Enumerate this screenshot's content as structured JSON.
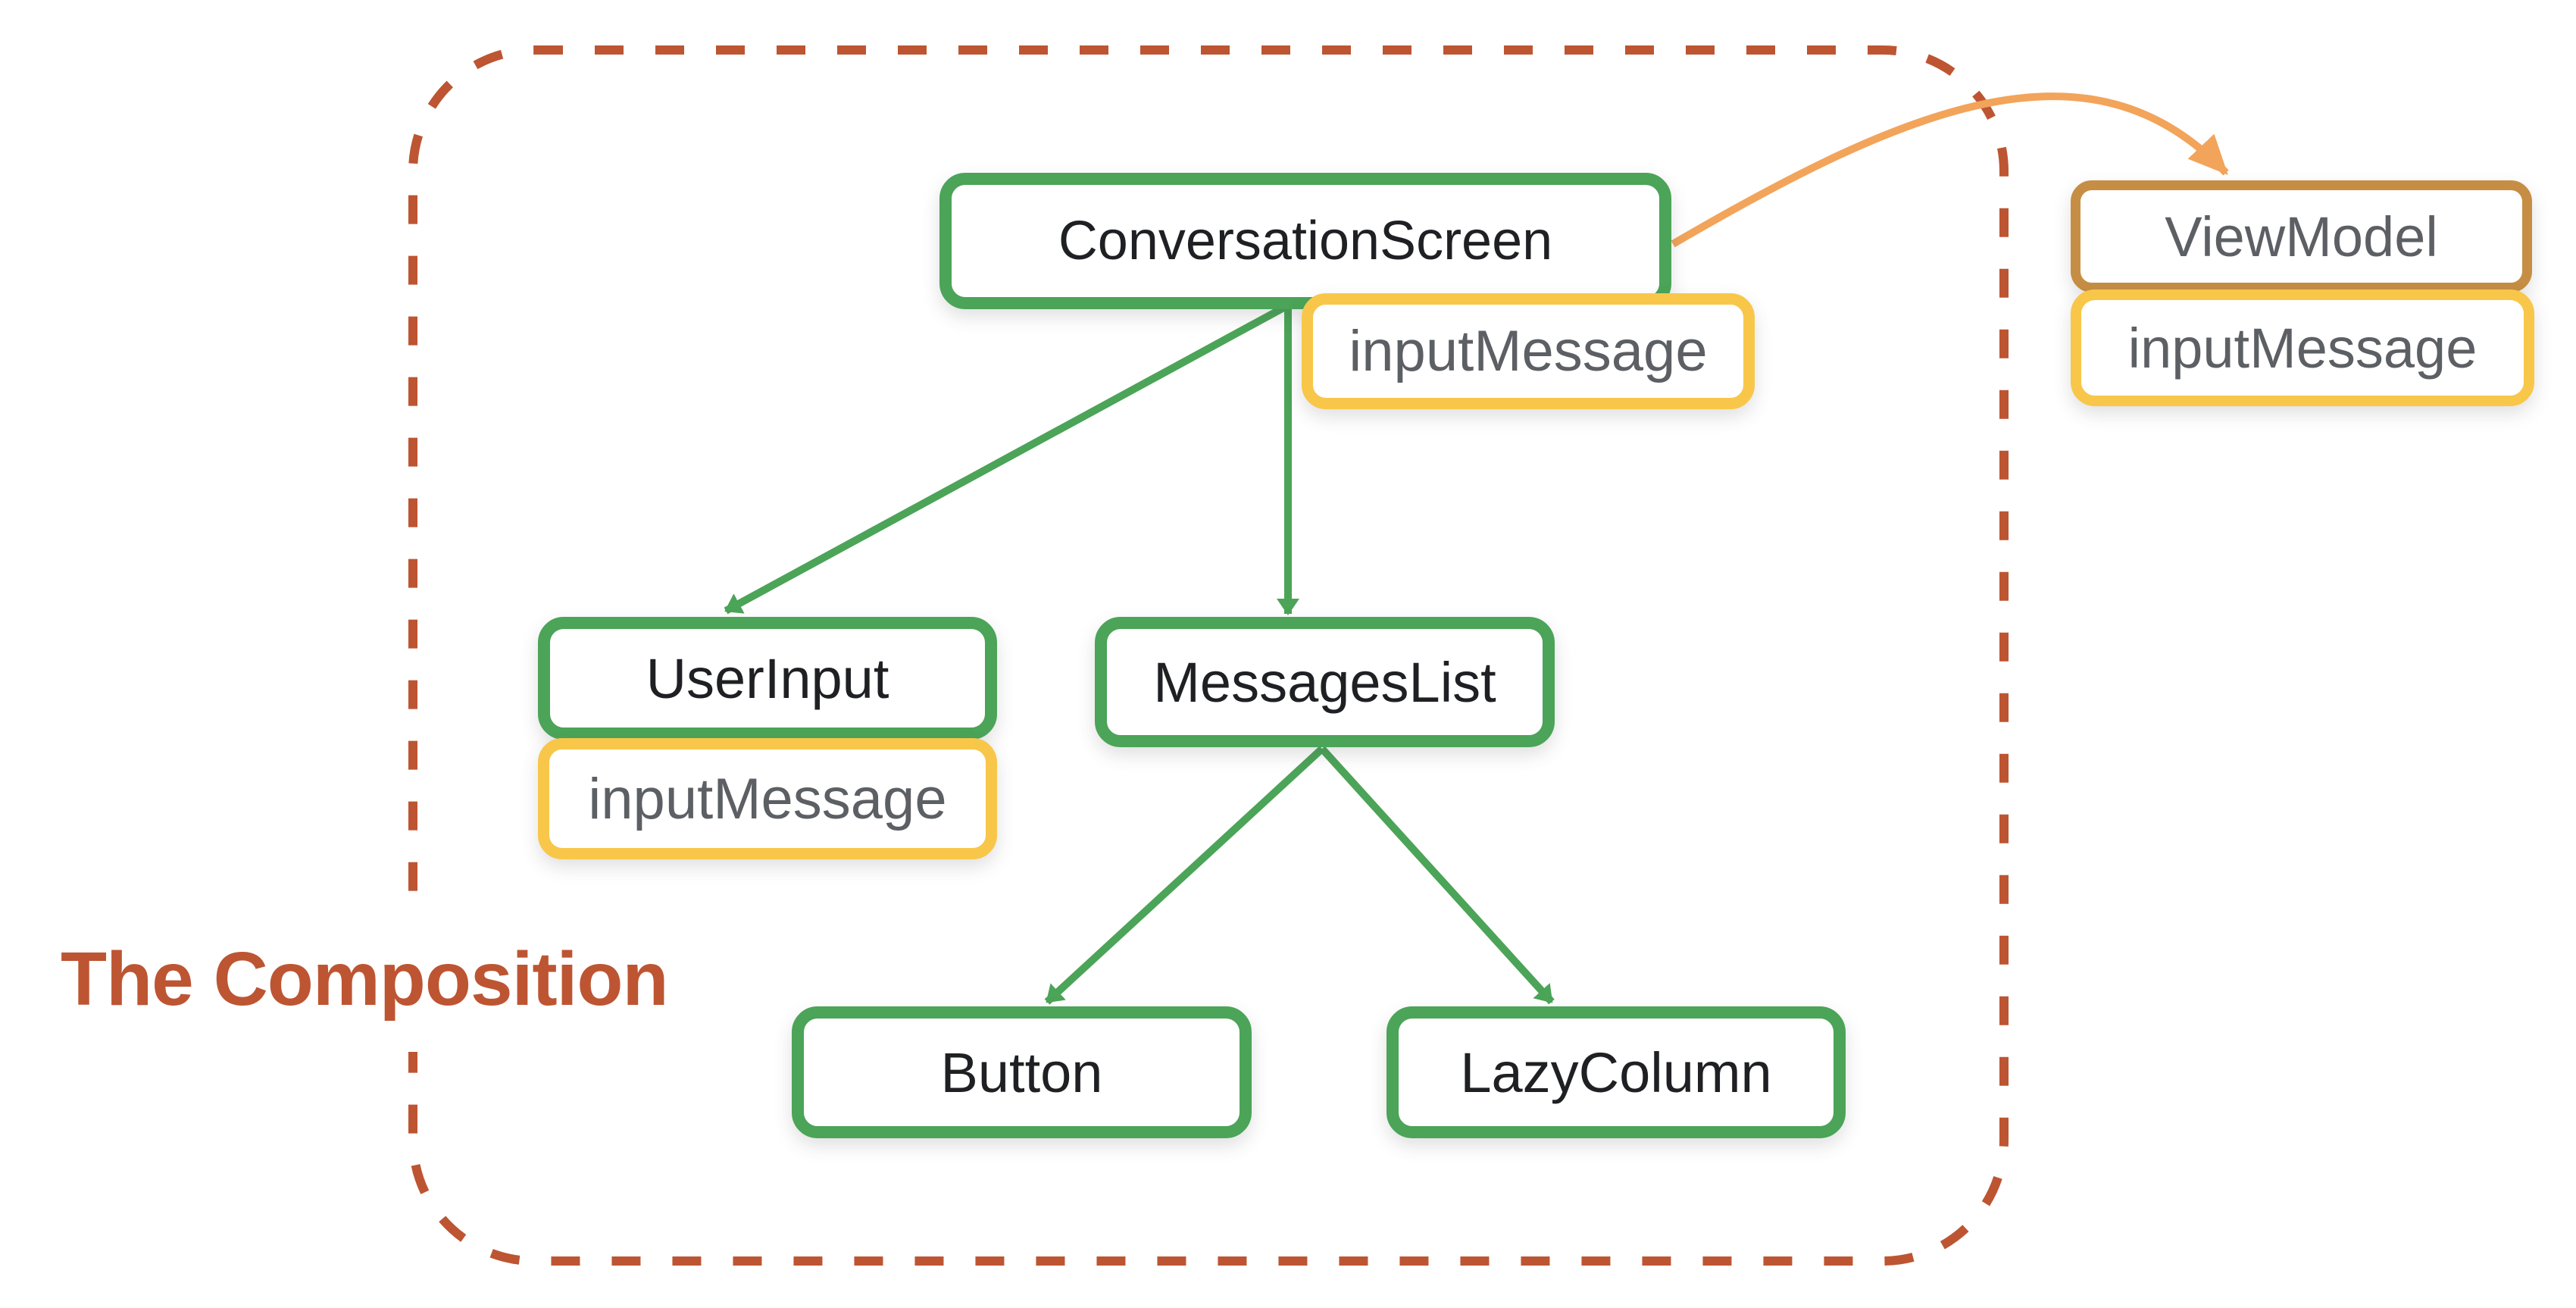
{
  "title": {
    "text": "The Composition"
  },
  "colors": {
    "composable_border": "#4BA458",
    "state_border": "#F8C74A",
    "viewmodel_border": "#C68E44",
    "boundary": "#BD5532",
    "arrow": "#F2A45A",
    "label_dark": "#1F2023",
    "label_gray": "#5C5F63",
    "bg": "#FFFFFF"
  },
  "diagram": {
    "nodes": {
      "conversation_screen": {
        "label": "ConversationScreen",
        "type": "composable"
      },
      "conversation_screen_state": {
        "label": "inputMessage",
        "type": "state"
      },
      "user_input": {
        "label": "UserInput",
        "type": "composable"
      },
      "user_input_state": {
        "label": "inputMessage",
        "type": "state"
      },
      "messages_list": {
        "label": "MessagesList",
        "type": "composable"
      },
      "button": {
        "label": "Button",
        "type": "composable"
      },
      "lazy_column": {
        "label": "LazyColumn",
        "type": "composable"
      },
      "view_model": {
        "label": "ViewModel",
        "type": "external"
      },
      "view_model_state": {
        "label": "inputMessage",
        "type": "state"
      }
    },
    "edges": [
      {
        "from": "ConversationScreen",
        "to": "UserInput"
      },
      {
        "from": "ConversationScreen",
        "to": "MessagesList"
      },
      {
        "from": "MessagesList",
        "to": "Button"
      },
      {
        "from": "MessagesList",
        "to": "LazyColumn"
      },
      {
        "from": "ConversationScreen",
        "to": "ViewModel"
      }
    ]
  }
}
